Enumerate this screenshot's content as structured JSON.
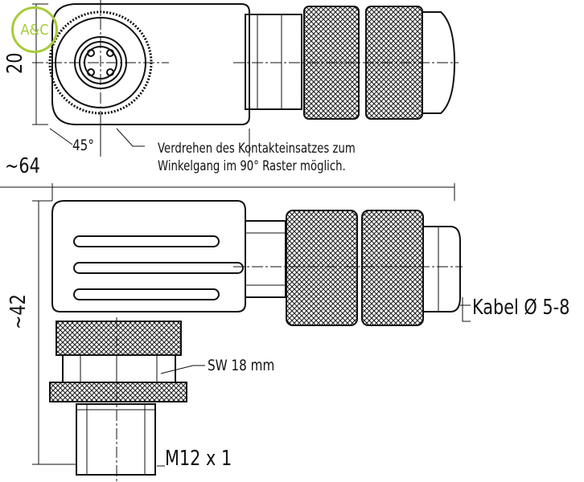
{
  "logo": {
    "text": "A&C",
    "color": "#a6cc3a"
  },
  "dimensions": {
    "height_top": "20",
    "angle": "45°",
    "length": "~64",
    "height_side": "~42",
    "wrench_size": "SW 18 mm",
    "thread": "M12 x 1",
    "cable": "Kabel Ø 5-8"
  },
  "note": {
    "line1": "Verdrehen des Kontakteinsatzes zum",
    "line2": "Winkelgang im 90° Raster möglich."
  }
}
